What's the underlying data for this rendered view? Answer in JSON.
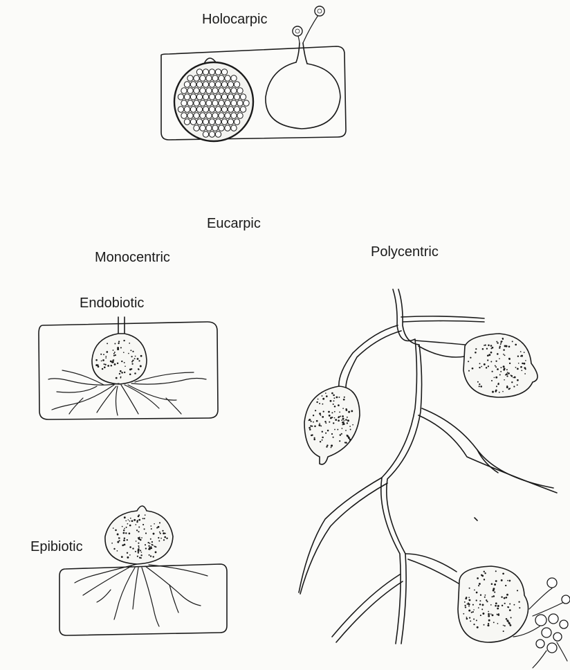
{
  "labels": {
    "holocarpic": "Holocarpic",
    "eucarpic": "Eucarpic",
    "monocentric": "Monocentric",
    "polycentric": "Polycentric",
    "endobiotic": "Endobiotic",
    "epibiotic": "Epibiotic"
  },
  "colors": {
    "ink": "#1a1a1a",
    "paper": "#fbfbf9"
  }
}
